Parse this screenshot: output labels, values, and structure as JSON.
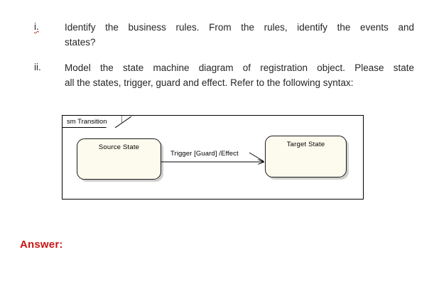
{
  "document": {
    "background_color": "#ffffff",
    "questions": [
      {
        "marker": "i.",
        "line1": "Identify the business rules. From the rules, identify the events and",
        "line2": "states?"
      },
      {
        "marker": "ii.",
        "line1": "Model the state machine diagram of registration object. Please state",
        "line2": "all the states, trigger, guard and effect. Refer to the following syntax:"
      }
    ],
    "diagram": {
      "frame_label": "sm Transition",
      "frame_border_color": "#000000",
      "state_fill_color": "#fdfbee",
      "state_border_color": "#1a1a1a",
      "shadow_color": "#aaaaa5",
      "source_state": {
        "label": "Source State"
      },
      "target_state": {
        "label": "Target State"
      },
      "transition": {
        "label": "Trigger [Guard] /Effect"
      }
    },
    "answer": {
      "label": "Answer:",
      "color": "#cc1414"
    }
  }
}
